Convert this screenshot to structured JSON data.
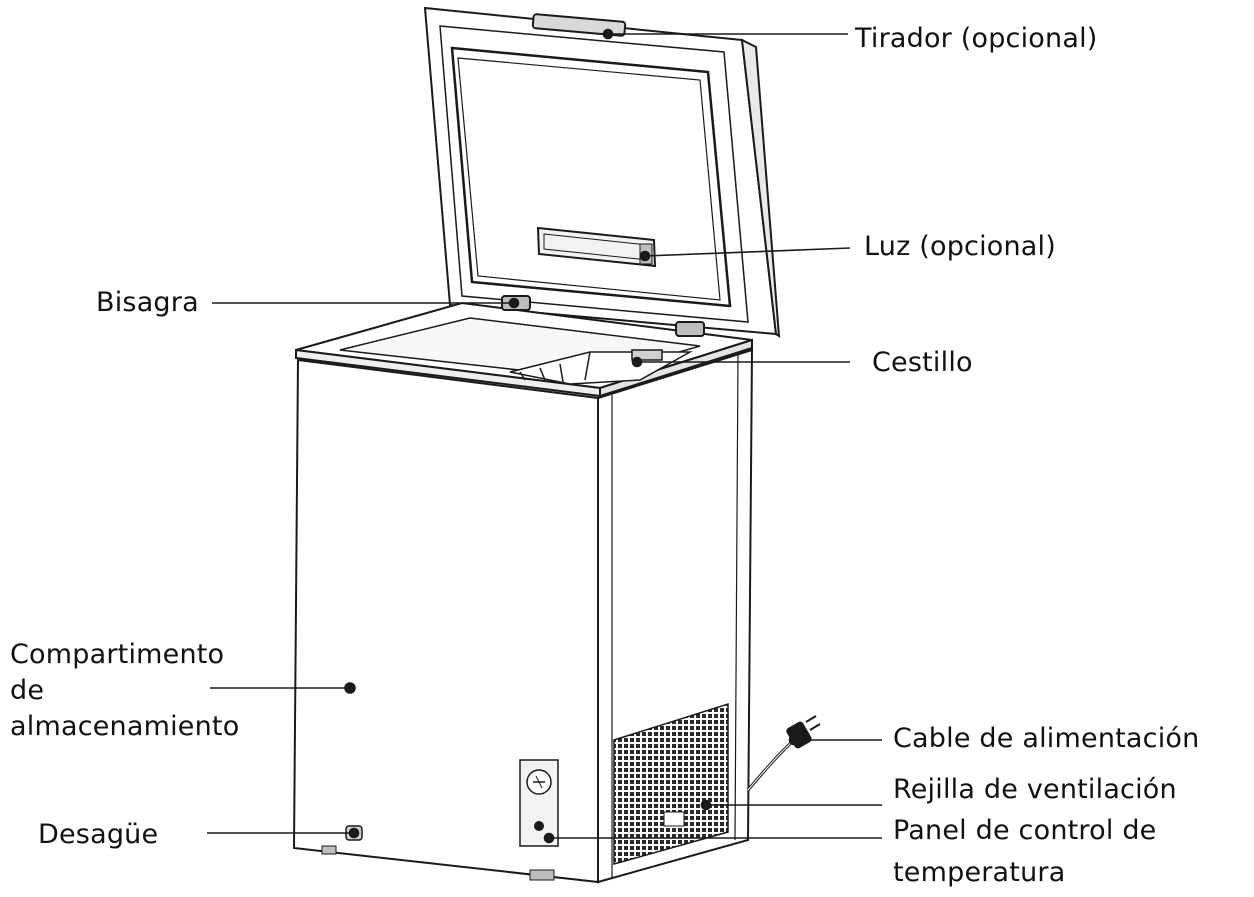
{
  "diagram": {
    "labels": {
      "handle": "Tirador (opcional)",
      "light": "Luz (opcional)",
      "hinge": "Bisagra",
      "basket": "Cestillo",
      "storage_line1": "Compartimento",
      "storage_line2": "de",
      "storage_line3": "almacenamiento",
      "power_cable": "Cable de alimentación",
      "vent_grille": "Rejilla de ventilación",
      "temp_panel_line1": "Panel de control de",
      "temp_panel_line2": "temperatura",
      "drain": "Desagüe"
    },
    "colors": {
      "line": "#1a1a1a",
      "body_fill": "#ffffff",
      "grille": "#2a2a2a"
    },
    "icons": [
      "chest-freezer-illustration",
      "plug-icon",
      "thermostat-knob-icon"
    ]
  }
}
